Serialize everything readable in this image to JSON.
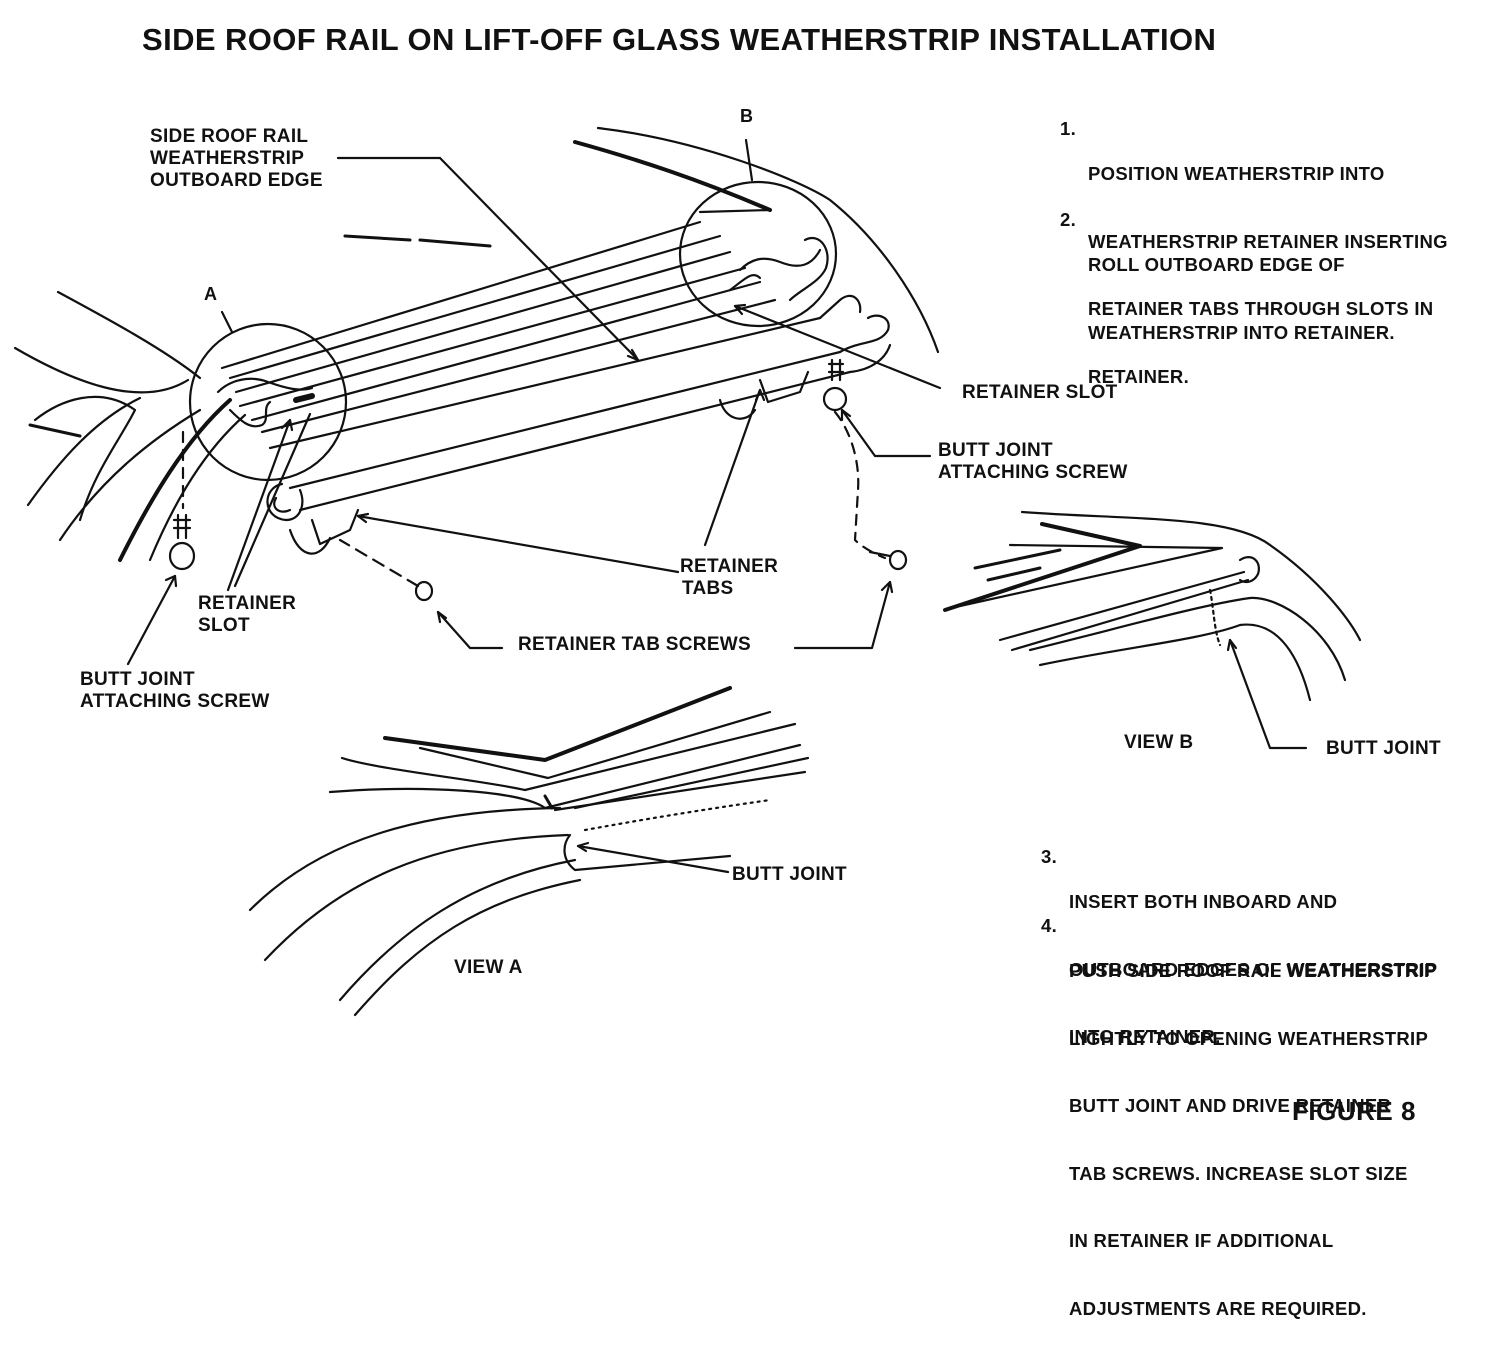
{
  "title": "SIDE ROOF RAIL ON LIFT-OFF GLASS WEATHERSTRIP INSTALLATION",
  "figure_label": "FIGURE 8",
  "callouts": {
    "a": "A",
    "b": "B"
  },
  "labels": {
    "weatherstrip_edge": [
      "SIDE ROOF RAIL",
      "WEATHERSTRIP",
      "OUTBOARD EDGE"
    ],
    "retainer_slot_right": "RETAINER SLOT",
    "butt_joint_screw_right": [
      "BUTT JOINT",
      "ATTACHING SCREW"
    ],
    "retainer_tabs": [
      "RETAINER",
      "TABS"
    ],
    "retainer_slot_left": [
      "RETAINER",
      "SLOT"
    ],
    "retainer_tab_screws": "RETAINER TAB SCREWS",
    "butt_joint_screw_left": [
      "BUTT JOINT",
      "ATTACHING SCREW"
    ],
    "view_b": "VIEW B",
    "butt_joint_b": "BUTT JOINT",
    "butt_joint_a": "BUTT JOINT",
    "view_a": "VIEW A"
  },
  "steps_top": [
    {
      "num": "1.",
      "lines": [
        "POSITION WEATHERSTRIP INTO",
        "WEATHERSTRIP RETAINER INSERTING",
        "RETAINER TABS THROUGH SLOTS IN",
        "RETAINER."
      ]
    },
    {
      "num": "2.",
      "lines": [
        "ROLL OUTBOARD EDGE OF",
        "WEATHERSTRIP INTO RETAINER."
      ]
    }
  ],
  "steps_bottom": [
    {
      "num": "3.",
      "lines": [
        "INSERT BOTH INBOARD AND",
        "OUTBOARD EDGES OF WEATHERSTRIP",
        "INTO RETAINER."
      ]
    },
    {
      "num": "4.",
      "lines": [
        "PUSH SIDE ROOF RAIL WEATHERSTRIP",
        "LIGHTLY TO OPENING WEATHERSTRIP",
        "BUTT JOINT AND DRIVE RETAINER",
        "TAB SCREWS. INCREASE SLOT SIZE",
        "IN RETAINER IF ADDITIONAL",
        "ADJUSTMENTS ARE REQUIRED."
      ]
    }
  ]
}
